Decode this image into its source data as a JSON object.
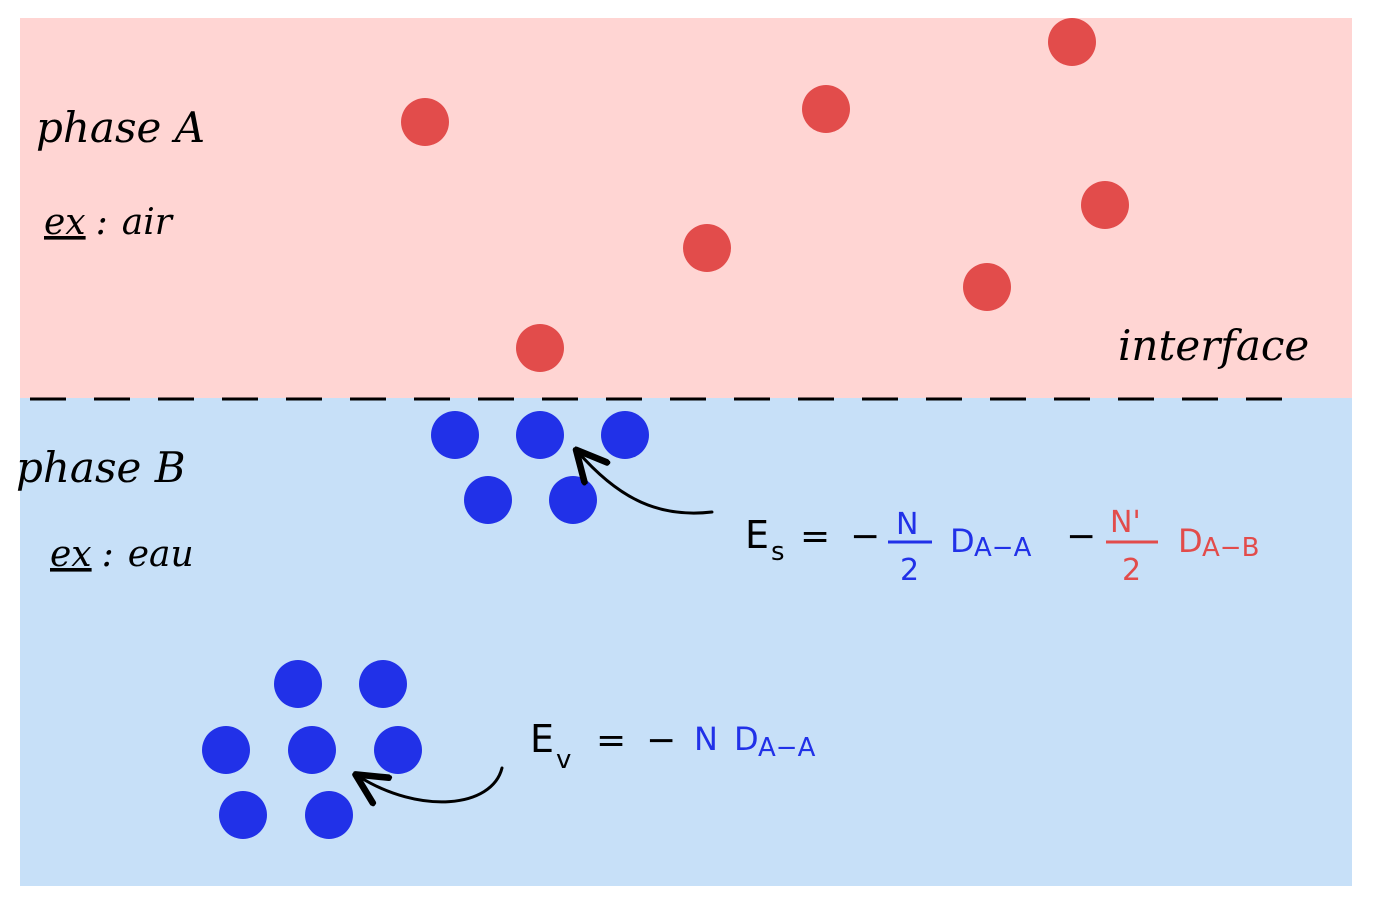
{
  "colors": {
    "phase_a_bg": "#ffd5d3",
    "phase_b_bg": "#c7e0f8",
    "molecule_a": "#e24c4b",
    "molecule_b": "#2131e8",
    "ink": "#000000"
  },
  "phase_a": {
    "label": "phase A",
    "example_prefix": "ex",
    "example": "air"
  },
  "phase_b": {
    "label": "phase B",
    "example_prefix": "ex",
    "example": "eau"
  },
  "interface_label": "interface",
  "surface_energy": {
    "lhs_main": "E",
    "lhs_sub": "s",
    "equals": "=",
    "minus1": "−",
    "frac1_num": "N",
    "frac1_den": "2",
    "term1_main": "D",
    "term1_sub": "A−A",
    "minus2": "−",
    "frac2_num": "N'",
    "frac2_den": "2",
    "term2_main": "D",
    "term2_sub": "A−B"
  },
  "volume_energy": {
    "lhs_main": "E",
    "lhs_sub": "v",
    "equals": "=",
    "minus": "−",
    "coef": "N",
    "term_main": "D",
    "term_sub": "A−A"
  }
}
